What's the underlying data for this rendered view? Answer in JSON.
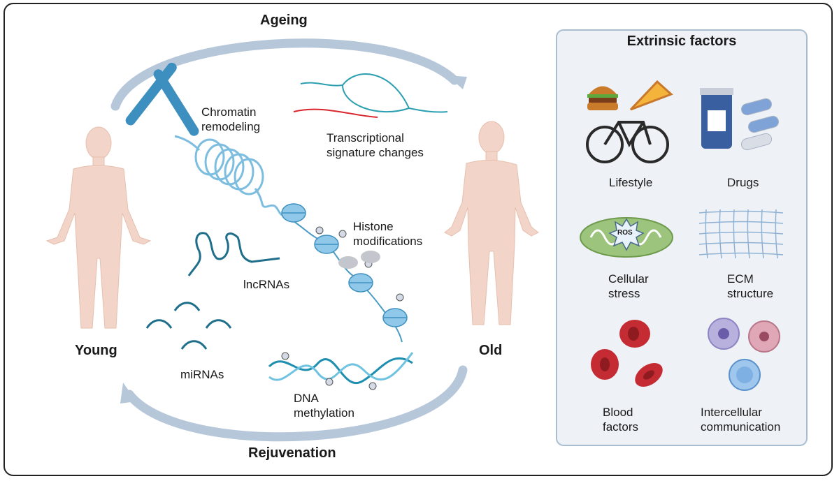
{
  "cycle": {
    "top_label": "Ageing",
    "bottom_label": "Rejuvenation",
    "left_label": "Young",
    "right_label": "Old"
  },
  "mechanisms": {
    "chromatin": "Chromatin\nremodeling",
    "transcriptional": "Transcriptional\nsignature changes",
    "histone": "Histone\nmodifications",
    "lncrnas": "lncRNAs",
    "mirnas": "miRNAs",
    "dna_methylation": "DNA\nmethylation"
  },
  "extrinsic_panel": {
    "title": "Extrinsic factors",
    "items": [
      {
        "label": "Lifestyle"
      },
      {
        "label": "Drugs"
      },
      {
        "label": "Cellular\nstress"
      },
      {
        "label": "ECM\nstructure"
      },
      {
        "label": "Blood\nfactors"
      },
      {
        "label": "Intercellular\ncommunication"
      }
    ],
    "ros_badge": "ROS"
  },
  "colors": {
    "arrow": "#b6c7da",
    "chromatin_blue": "#4a9cc4",
    "skin": "#f2d5c8",
    "panel_bg": "#eef2f7",
    "panel_border": "#a9bdd0",
    "blood_red": "#c42b32"
  }
}
